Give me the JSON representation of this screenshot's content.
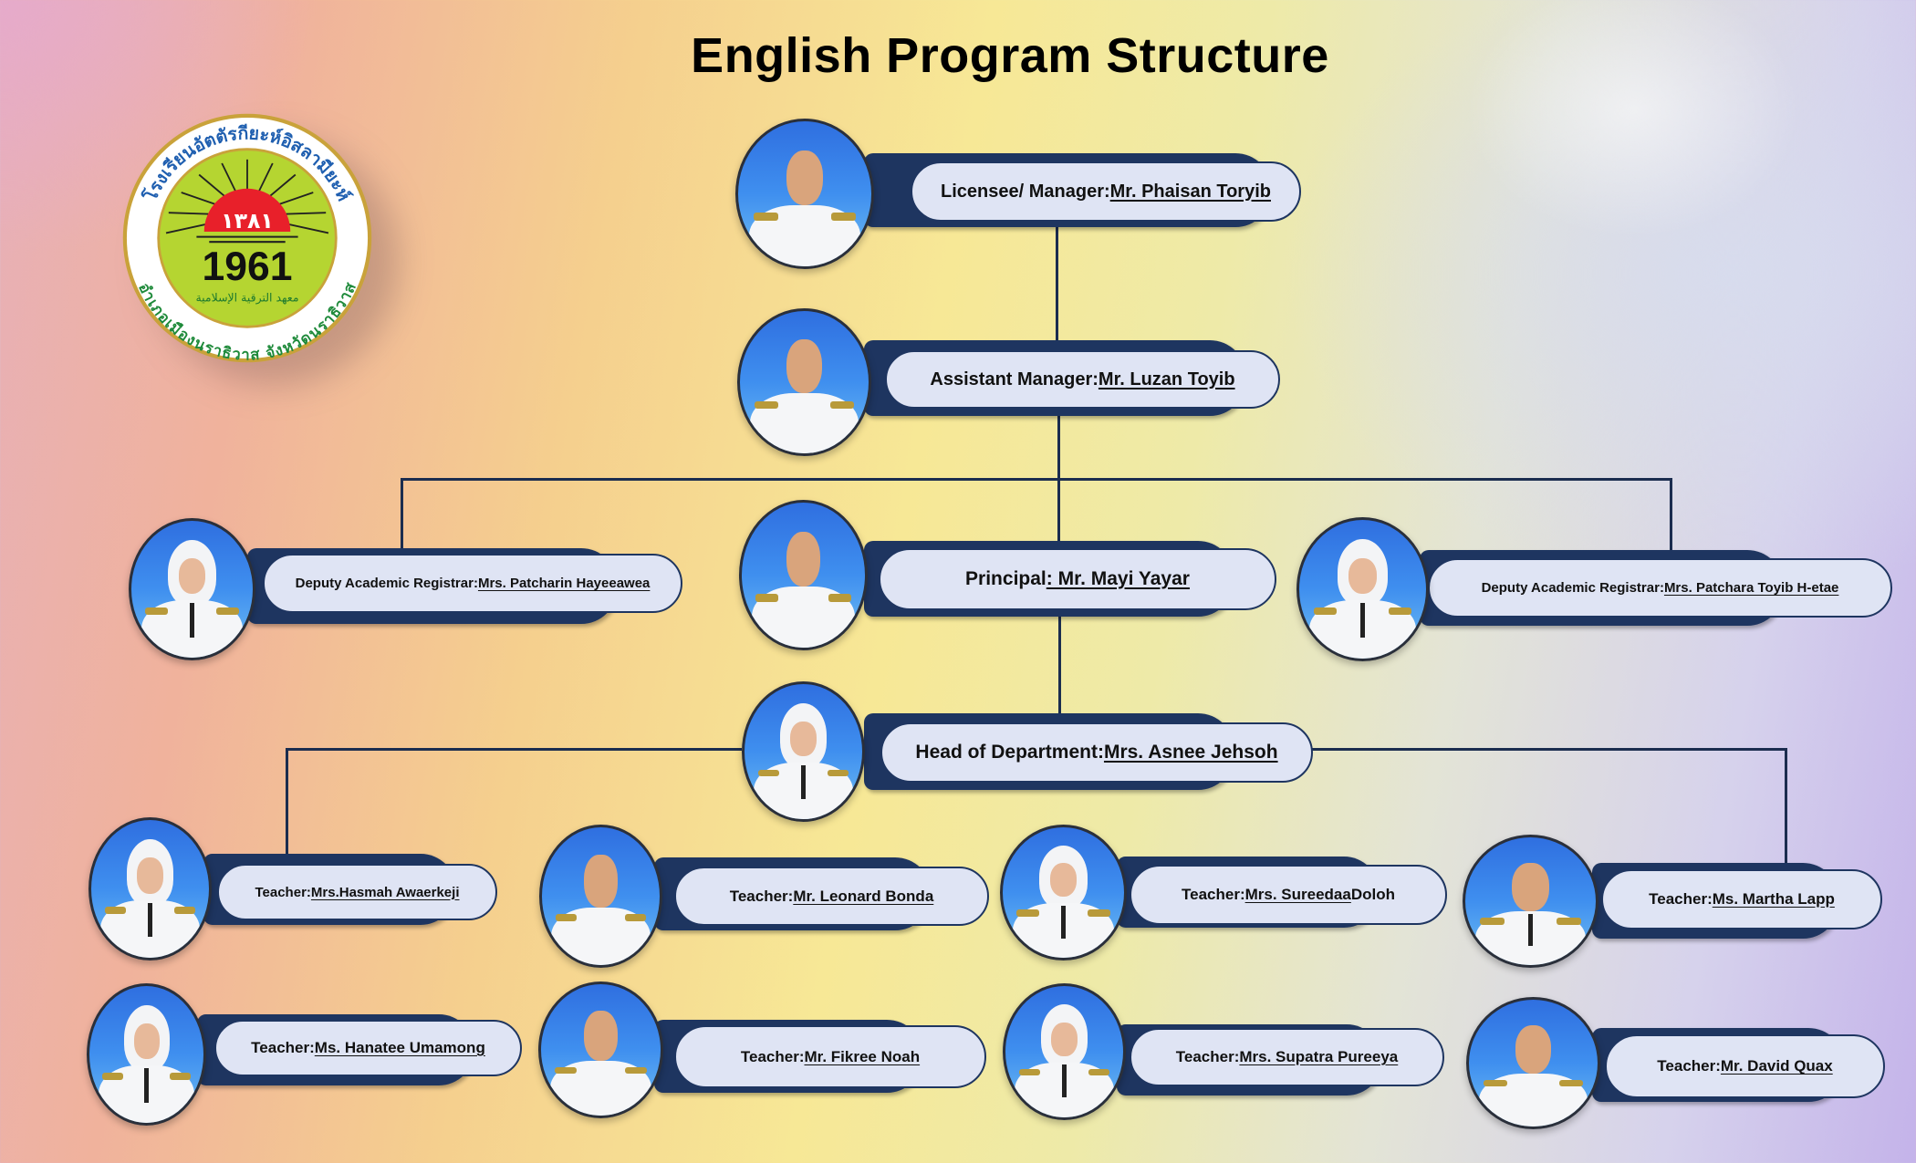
{
  "title": "English Program Structure",
  "logo": {
    "year": "1961",
    "hijri_year": "١٣٨١",
    "top_text": "โรงเรียนอัตตัรกียะห์อิสลามียะห์",
    "bottom_text": "อำเภอเมืองนราธิวาส จังหวัดนราธิวาส",
    "arabic_text": "معهد الترقية الإسلامية",
    "colors": {
      "green": "#b5d531",
      "red": "#e8202a",
      "blue": "#1f5fb0",
      "gold": "#c9a23a"
    }
  },
  "colors": {
    "band": "#1e3560",
    "pill": "#dfe4f4",
    "line": "#1b2d4f"
  },
  "nodes": {
    "manager": {
      "role": "Licensee/ Manager: ",
      "name": "Mr. Phaisan Toryib"
    },
    "assistant": {
      "role": "Assistant Manager: ",
      "name": "Mr. Luzan Toyib"
    },
    "deputy_left": {
      "role": "Deputy Academic Registrar: ",
      "name": "Mrs. Patcharin Hayeeawea"
    },
    "principal": {
      "role": "Principal",
      "name": ": Mr. Mayi Yayar"
    },
    "deputy_right": {
      "role": "Deputy Academic Registrar: ",
      "name": "Mrs. Patchara Toyib H-etae"
    },
    "head": {
      "role": "Head of Department: ",
      "name": "Mrs. Asnee Jehsoh"
    }
  },
  "teachers": [
    {
      "role": "Teacher: ",
      "name": "Mrs.Hasmah Awaerkeji"
    },
    {
      "role": "Teacher: ",
      "name": "Mr. Leonard Bonda"
    },
    {
      "role": "Teacher: ",
      "name": "Mrs. Sureedaa",
      "suffix": " Doloh"
    },
    {
      "role": "Teacher: ",
      "name": "Ms. Martha Lapp"
    },
    {
      "role": "Teacher: ",
      "name": "Ms. Hanatee Umamong"
    },
    {
      "role": "Teacher: ",
      "name": "Mr. Fikree Noah"
    },
    {
      "role": "Teacher: ",
      "name": "Mrs. Supatra Pureeya"
    },
    {
      "role": "Teacher: ",
      "name": "Mr. David Quax"
    }
  ]
}
